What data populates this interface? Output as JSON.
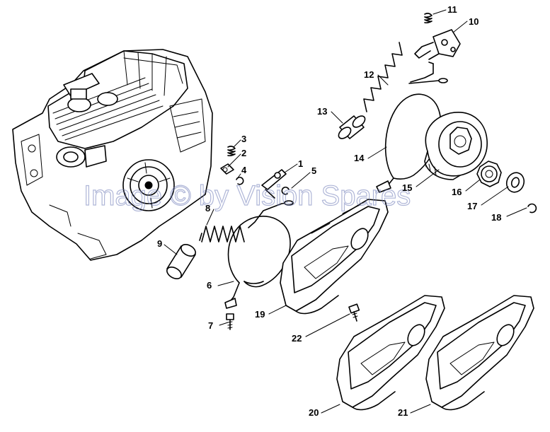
{
  "watermark": "Image © by Vision Spares",
  "callouts": [
    {
      "id": "1",
      "text": "1"
    },
    {
      "id": "2",
      "text": "2"
    },
    {
      "id": "3",
      "text": "3"
    },
    {
      "id": "4",
      "text": "4"
    },
    {
      "id": "5",
      "text": "5"
    },
    {
      "id": "6",
      "text": "6"
    },
    {
      "id": "7",
      "text": "7"
    },
    {
      "id": "8",
      "text": "8"
    },
    {
      "id": "9",
      "text": "9"
    },
    {
      "id": "10",
      "text": "10"
    },
    {
      "id": "11",
      "text": "11"
    },
    {
      "id": "12",
      "text": "12"
    },
    {
      "id": "13",
      "text": "13"
    },
    {
      "id": "14",
      "text": "14"
    },
    {
      "id": "15",
      "text": "15"
    },
    {
      "id": "16",
      "text": "16"
    },
    {
      "id": "17",
      "text": "17"
    },
    {
      "id": "18",
      "text": "18"
    },
    {
      "id": "19",
      "text": "19"
    },
    {
      "id": "20",
      "text": "20"
    },
    {
      "id": "21",
      "text": "21"
    },
    {
      "id": "22",
      "text": "22"
    }
  ]
}
